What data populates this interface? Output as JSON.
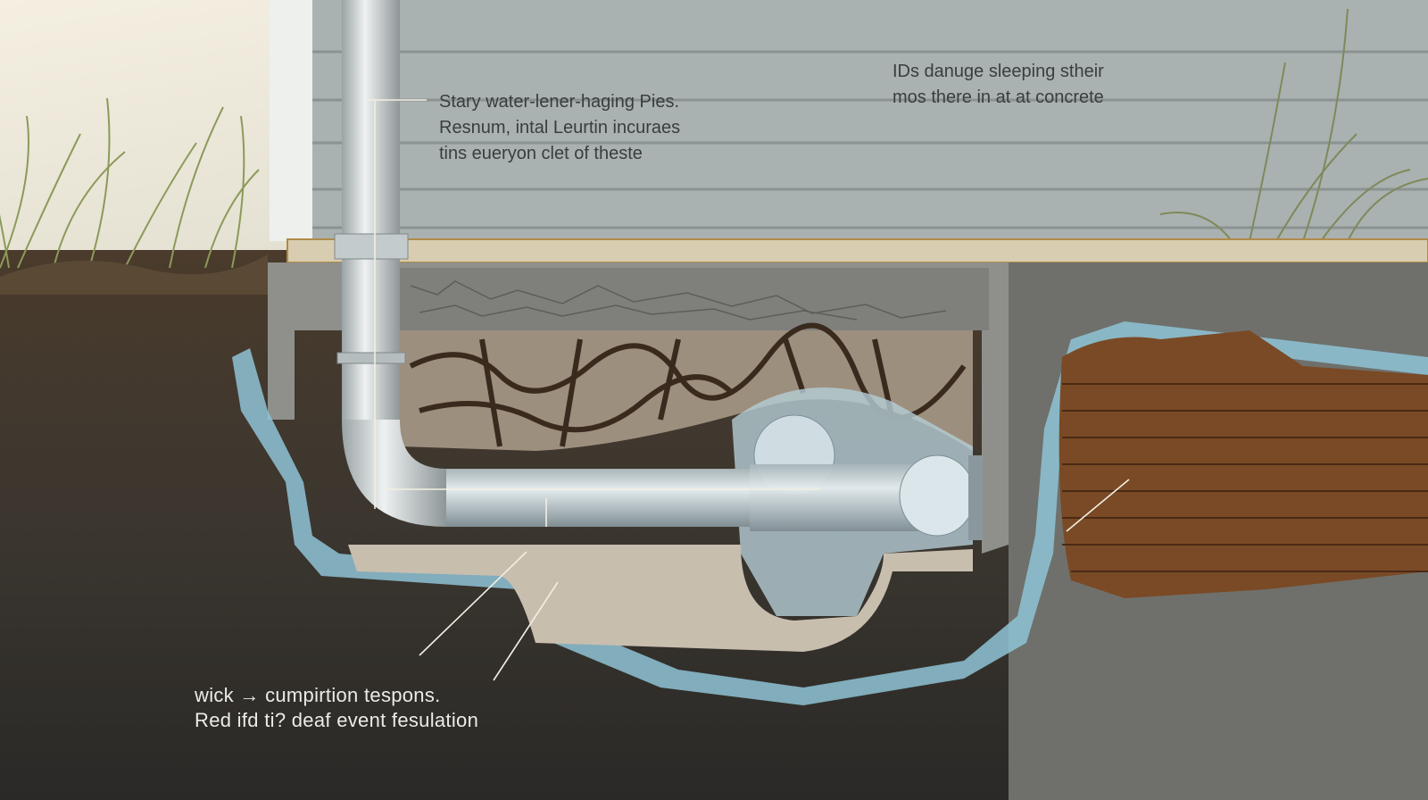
{
  "labels": {
    "pipe_note": {
      "line1": "Stary water-lener-haging Pies.",
      "line2": "Resnum, intal Leurtin incuraes",
      "line3": "tins eueryon clet of theste"
    },
    "wall_note": {
      "line1": "IDs danuge sleeping stheir",
      "line2": "mos there in at at concrete"
    },
    "soil_note": {
      "line1": "wick → cumpirtion tespons.",
      "line2": "Red ifd ti? deaf event fesulation"
    }
  },
  "colors": {
    "siding": "#a9b2b0",
    "concrete": "#8f908c",
    "soil": "#3b352e",
    "water": "#8fc3d6",
    "brick": "#7a4a26",
    "pipe": "#d7dcdc"
  }
}
